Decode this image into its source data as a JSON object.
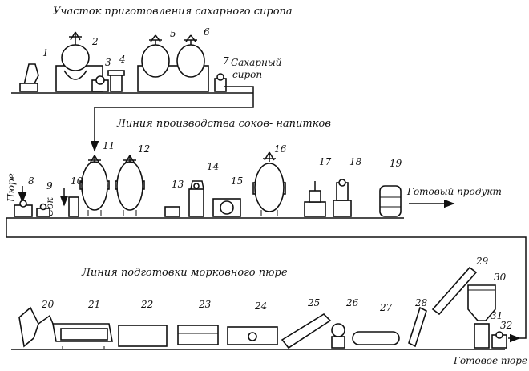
{
  "sections": {
    "syrup": "Участок приготовления сахарного сиропа",
    "beverage_line": "Линия производства соков- напитков",
    "carrot_line": "Линия подготовки морковного пюре"
  },
  "labels": {
    "sugar_syrup_1": "Сахарный",
    "sugar_syrup_2": "сироп",
    "puree": "Пюре",
    "juice": "Сок",
    "finished_product": "Готовый продукт",
    "finished_puree": "Готовое пюре"
  },
  "numbers": [
    "1",
    "2",
    "3",
    "4",
    "5",
    "6",
    "7",
    "8",
    "9",
    "10",
    "11",
    "12",
    "13",
    "14",
    "15",
    "16",
    "17",
    "18",
    "19",
    "20",
    "21",
    "22",
    "23",
    "24",
    "25",
    "26",
    "27",
    "28",
    "29",
    "30",
    "31",
    "32"
  ]
}
